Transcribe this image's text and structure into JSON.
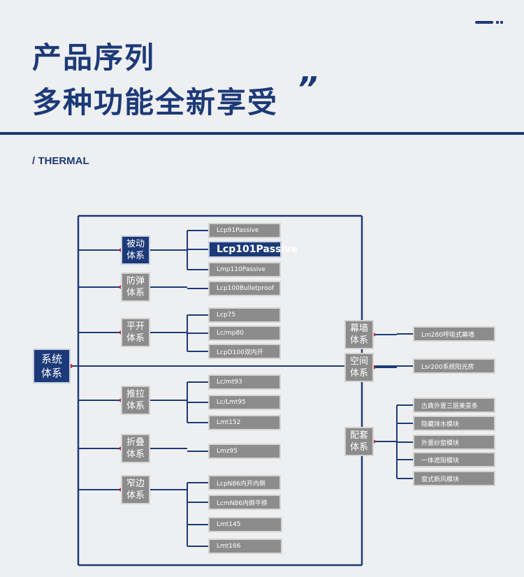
{
  "header": {
    "title_line1": "产品序列",
    "title_line2": "多种功能全新享受",
    "quote_mark": "”",
    "section_label": "/ THERMAL"
  },
  "diagram": {
    "root": "系统\n体系",
    "left_groups": [
      {
        "label": "被动\n体系",
        "highlight": true,
        "items": [
          "Lcp91Passive",
          "Lcp101Passive",
          "Lmp110Passive"
        ]
      },
      {
        "label": "防弹\n体系",
        "highlight": false,
        "items": [
          "Lcp100Bulletproof"
        ]
      },
      {
        "label": "平开\n体系",
        "highlight": false,
        "items": [
          "Lcp75",
          "Lc/mp80",
          "LcpD100双内开"
        ]
      },
      {
        "label": "推拉\n体系",
        "highlight": false,
        "items": [
          "Lc/mt93",
          "Lc/Lmt95",
          "Lmt152"
        ]
      },
      {
        "label": "折叠\n体系",
        "highlight": false,
        "items": [
          "Lmz95"
        ]
      },
      {
        "label": "窄边\n体系",
        "highlight": false,
        "items": [
          "LcpN86内开内倒",
          "LcmN86内倒平移",
          "Lmt145",
          "Lmt166"
        ]
      }
    ],
    "right_groups": [
      {
        "label": "幕墙\n体系",
        "items": [
          "Lm280呼吸式幕墙"
        ]
      },
      {
        "label": "空间\n体系",
        "items": [
          "Lsr200系统阳光房"
        ]
      },
      {
        "label": "配套\n体系",
        "items": [
          "古典外置三层美景条",
          "隐藏排水模块",
          "外置纱窗模块",
          "一体遮阳模块",
          "窗式新风模块"
        ]
      }
    ],
    "highlight_item": "Lcp101Passive",
    "colors": {
      "navy": "#1c3a78",
      "grey_box": "#8c8c8c",
      "dot_red": "#c0283a",
      "tick_cyan": "#4fc3e0"
    }
  }
}
